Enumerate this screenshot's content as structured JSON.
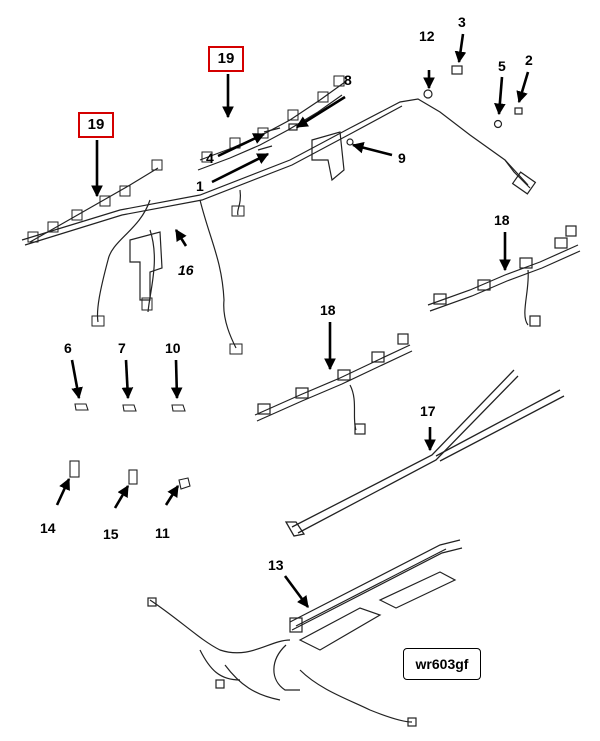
{
  "callouts": {
    "c1": "1",
    "c2": "2",
    "c3": "3",
    "c4": "4",
    "c5": "5",
    "c6": "6",
    "c7": "7",
    "c8": "8",
    "c9": "9",
    "c10": "10",
    "c11": "11",
    "c12": "12",
    "c13": "13",
    "c14": "14",
    "c15": "15",
    "c16": "16",
    "c17": "17",
    "c18a": "18",
    "c18b": "18",
    "c19a": "19",
    "c19b": "19"
  },
  "reference_code": "wr603gf",
  "colors": {
    "highlight_box": "#d40000",
    "line": "#000000"
  }
}
